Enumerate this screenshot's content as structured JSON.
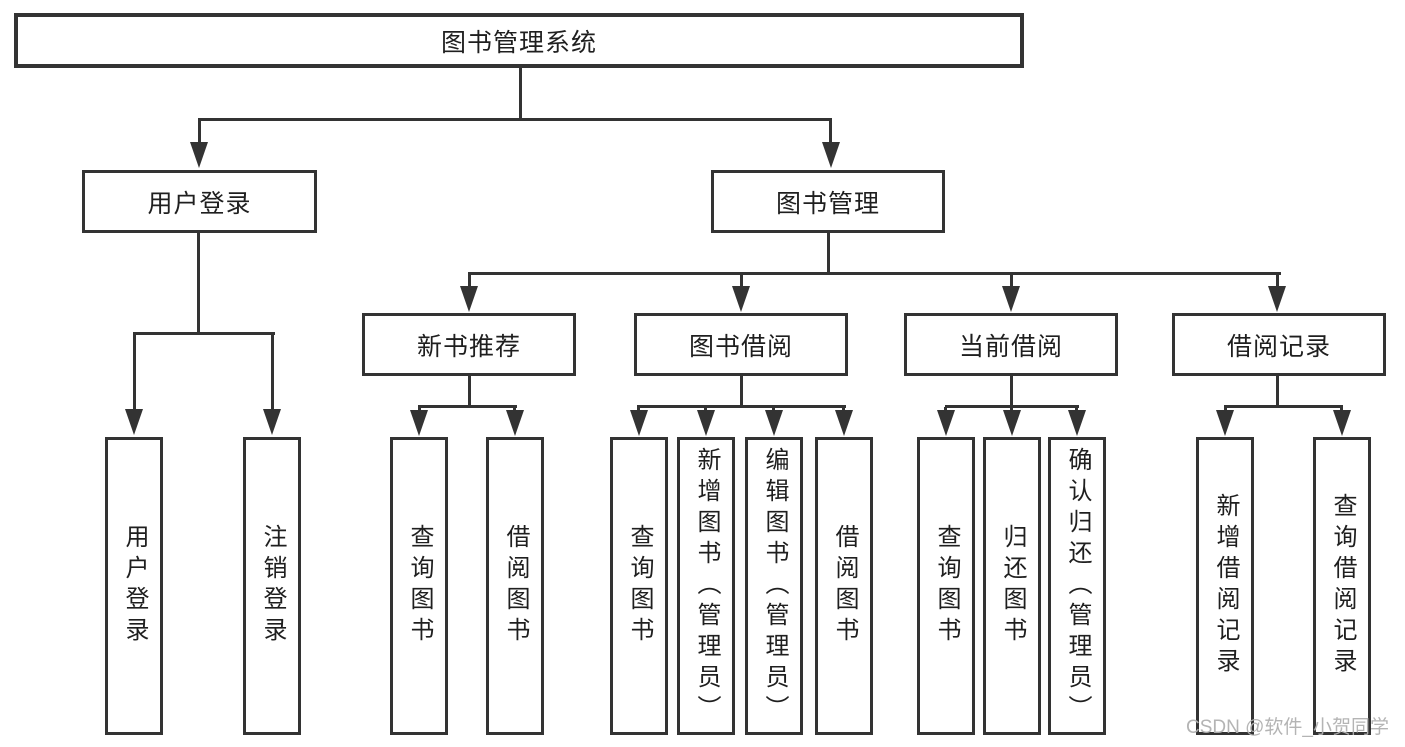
{
  "diagram": {
    "type": "hierarchy",
    "root": "图书管理系统",
    "level2": {
      "user_login": "用户登录",
      "book_mgmt": "图书管理"
    },
    "leaves_user": {
      "login": "用户登录",
      "logout": "注销登录"
    },
    "level3": {
      "new_rec": "新书推荐",
      "borrow": "图书借阅",
      "current": "当前借阅",
      "records": "借阅记录"
    },
    "leaves_new_rec": {
      "query": "查询图书",
      "borrow": "借阅图书"
    },
    "leaves_borrow": {
      "query": "查询图书",
      "add": "新增图书（管理员）",
      "edit": "编辑图书（管理员）",
      "borrow": "借阅图书"
    },
    "leaves_current": {
      "query": "查询图书",
      "return": "归还图书",
      "confirm": "确认归还（管理员）"
    },
    "leaves_records": {
      "add": "新增借阅记录",
      "query": "查询借阅记录"
    }
  },
  "watermark": "CSDN @软件_小贺同学",
  "colors": {
    "line": "#333333",
    "text": "#1f1f1f",
    "background": "#ffffff",
    "watermark": "#b0b0b0"
  }
}
